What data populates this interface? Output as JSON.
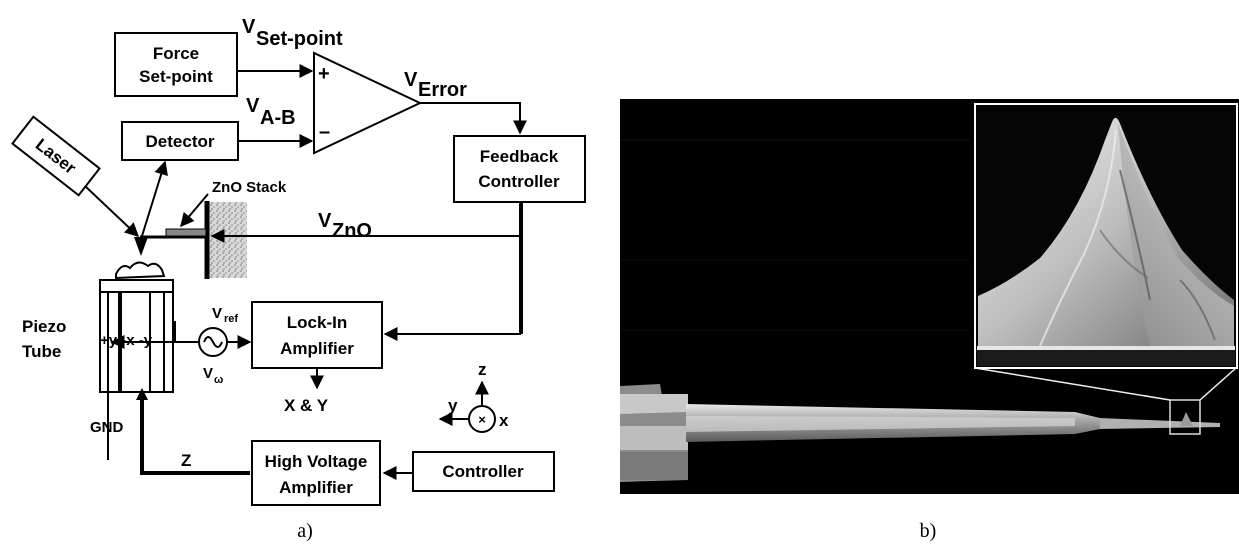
{
  "diagram": {
    "caption_a": "a)",
    "caption_b": "b)",
    "boxes": {
      "force_setpoint": [
        "Force",
        "Set-point"
      ],
      "detector": "Detector",
      "laser": "Laser",
      "feedback": [
        "Feedback",
        "Controller"
      ],
      "lockin": [
        "Lock-In",
        "Amplifier"
      ],
      "hv_amp": [
        "High Voltage",
        "Amplifier"
      ],
      "controller": "Controller"
    },
    "signals": {
      "v_setpoint": {
        "main": "V",
        "sub": "Set-point"
      },
      "v_ab": {
        "main": "V",
        "sub": "A-B"
      },
      "v_error": {
        "main": "V",
        "sub": "Error"
      },
      "v_zno": {
        "main": "V",
        "sub": "ZnO"
      },
      "v_ref": {
        "main": "V",
        "sub": "ref"
      },
      "v_omega": {
        "main": "V",
        "sub": "ω"
      },
      "plus": "+",
      "minus": "–",
      "zno_stack": "ZnO Stack",
      "xy_out": "X & Y",
      "z": "Z",
      "gnd": "GND",
      "piezo": [
        "Piezo",
        "Tube"
      ],
      "electrodes": "+y -x -y"
    },
    "axes": {
      "z": "z",
      "y": "y",
      "x": "x"
    }
  }
}
